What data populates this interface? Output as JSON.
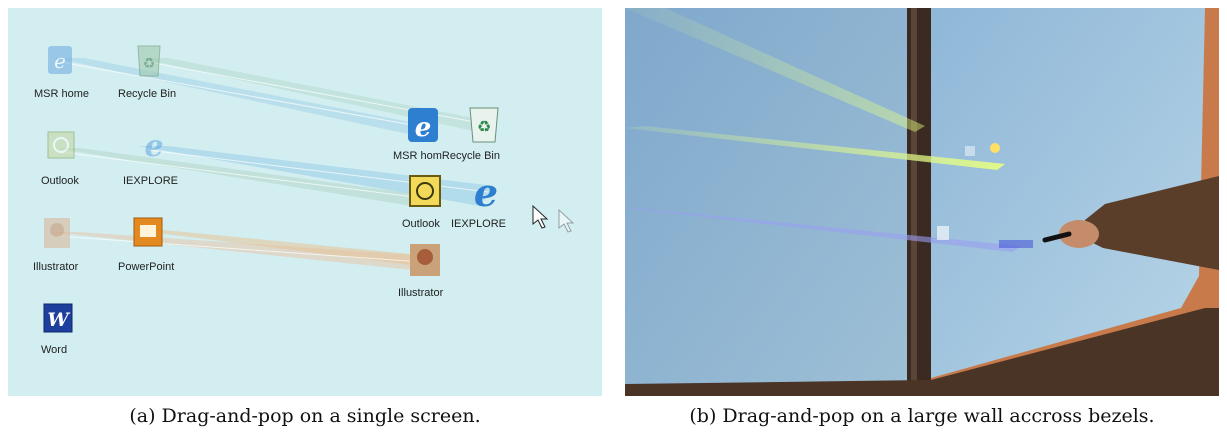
{
  "panel_a": {
    "icons": {
      "msr_home": "MSR home",
      "recycle_bin": "Recycle Bin",
      "outlook": "Outlook",
      "iexplore": "IEXPLORE",
      "illustrator": "Illustrator",
      "powerpoint": "PowerPoint",
      "word": "Word"
    },
    "popped": {
      "msr_home_recycle": "MSR homRecycle Bin",
      "outlook": "Outlook",
      "iexplore": "IEXPLORE",
      "illustrator": "Illustrator"
    },
    "colors": {
      "background": "#d3eef0"
    }
  },
  "captions": {
    "a": "(a) Drag-and-pop on a single screen.",
    "b": "(b) Drag-and-pop on a large wall accross bezels."
  }
}
